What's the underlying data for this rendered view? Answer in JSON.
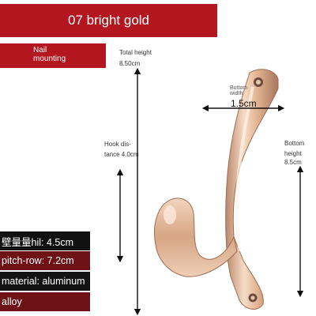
{
  "banner": {
    "title": "07 bright gold"
  },
  "nail_tag": {
    "line1": "Nail",
    "line2": "mounting"
  },
  "dimensions": {
    "total_height_label": "Total height",
    "total_height_value": "8.50cm",
    "bottom_width_label_1": "Bottom",
    "bottom_width_label_2": "width",
    "bottom_width_value": "1.5cm",
    "hook_distance_1": "Hook dis-",
    "hook_distance_2": "tance 4.0cm",
    "bottom_height_1": "Bottom",
    "bottom_height_2": "height 8.5cm"
  },
  "specs": [
    {
      "text": "壁量量hil: 4.5cm"
    },
    {
      "text": "pitch-row: 7.2cm"
    },
    {
      "text": "material: aluminum"
    },
    {
      "text": "alloy"
    }
  ],
  "colors": {
    "accent_red": "#b4161f",
    "dark": "#1a1a1a",
    "maroon": "#6f1218",
    "gold": "#e7c3a5"
  }
}
